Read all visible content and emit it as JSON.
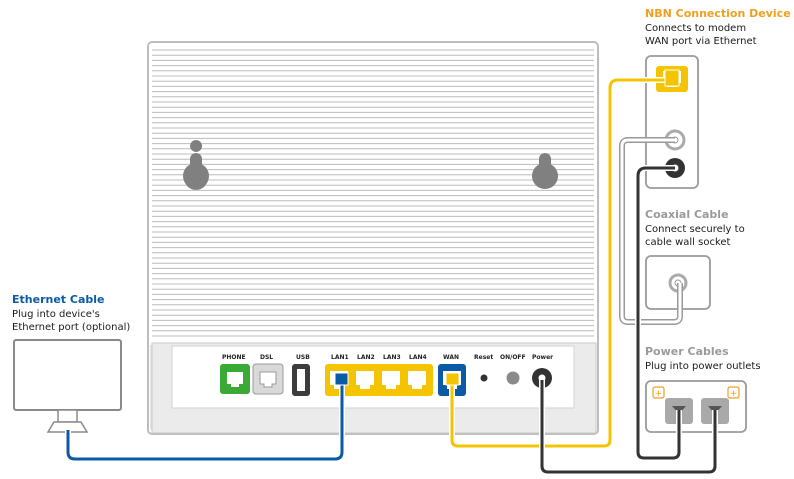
{
  "colors": {
    "ethernet": "#0a5aa6",
    "accent_orange": "#f0a01e",
    "yellow": "#f5c400",
    "phone_green": "#3aa935",
    "wan_blue": "#0a5aa6",
    "cable_dark": "#333333",
    "coax_gray": "#aaaaaa"
  },
  "labels": {
    "nbn": {
      "title": "NBN Connection Device",
      "line1": "Connects to modem",
      "line2": "WAN port via Ethernet"
    },
    "coax": {
      "title": "Coaxial Cable",
      "line1": "Connect securely to",
      "line2": "cable wall socket"
    },
    "power": {
      "title": "Power Cables",
      "line1": "Plug into power outlets"
    },
    "ethernet": {
      "title": "Ethernet Cable",
      "line1": "Plug into device's",
      "line2": "Ethernet port (optional)"
    }
  },
  "ports": {
    "phone": "PHONE",
    "dsl": "DSL",
    "usb": "USB",
    "lan1": "LAN1",
    "lan2": "LAN2",
    "lan3": "LAN3",
    "lan4": "LAN4",
    "wan": "WAN",
    "reset": "Reset",
    "onoff": "ON/OFF",
    "power": "Power"
  },
  "icons": {
    "outlet_symbol": "+"
  }
}
